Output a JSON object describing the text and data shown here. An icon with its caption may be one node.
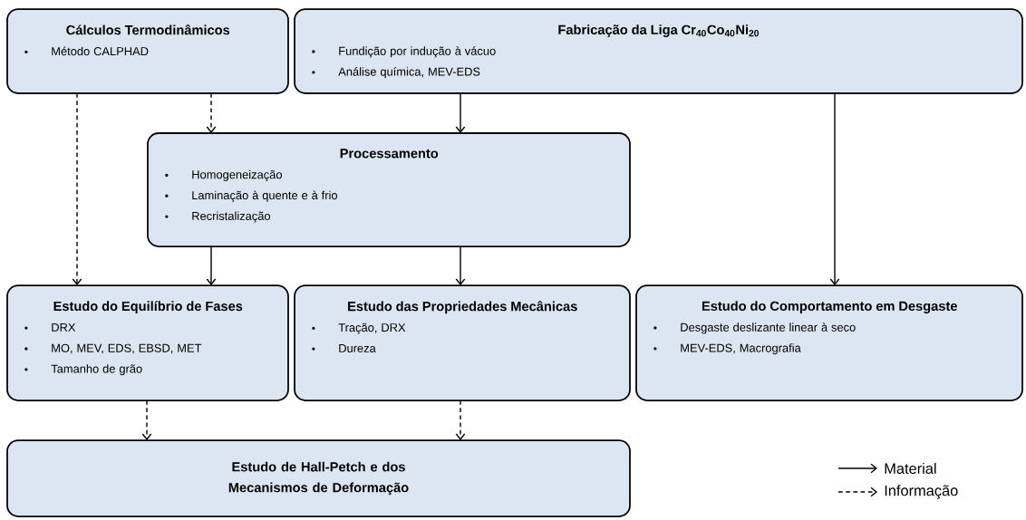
{
  "diagram": {
    "nodes": [
      {
        "text": [
          "Cálculos Termodinâmicos",
          "Método CALPHAD"
        ]
      },
      {
        "text": [
          "Fabricação da Liga Cr$_{40}$Co$_{40}$Ni$_{20}$",
          "Fundição por indução à vácuo",
          "Análise química, MEV-EDS"
        ]
      },
      {
        "text": [
          "Processamento",
          "Homogeneização",
          "Laminação à quente e à frio",
          "Recristalização"
        ]
      },
      {
        "text": [
          "Estudo do Equilíbrio de Fases",
          "DRX",
          "MO, MEV, EDS, EBSD, MET",
          "Tamanho de grão"
        ]
      },
      {
        "text": [
          "Estudo das Propriedades Mecânicas",
          "Tração, DRX",
          "Dureza"
        ]
      },
      {
        "text": [
          "Estudo do Comportamento em Desgaste",
          "Desgaste deslizante linear à seco",
          "MEV-EDS, Macrografia"
        ]
      },
      {
        "text": [
          "Estudo de Hall-Petch e dos Mecanismos de Deformação"
        ]
      }
    ],
    "edges": [
      {
        "from": 0,
        "to": 3,
        "arrow": "to",
        "style": "dashed"
      },
      {
        "from": 0,
        "to": 2,
        "arrow": "to",
        "style": "dashed"
      },
      {
        "from": 1,
        "to": 2,
        "arrow": "to"
      },
      {
        "from": 1,
        "to": 5,
        "arrow": "to"
      },
      {
        "from": 2,
        "to": 3,
        "arrow": "to"
      },
      {
        "from": 2,
        "to": 4,
        "arrow": "to"
      },
      {
        "from": 3,
        "to": 6,
        "arrow": "to",
        "style": "dashed"
      },
      {
        "from": 4,
        "to": 6,
        "arrow": "to",
        "style": "dashed"
      }
    ],
    "legend": [
      {
        "text": "Material"
      },
      {
        "text": "Informação"
      }
    ]
  }
}
